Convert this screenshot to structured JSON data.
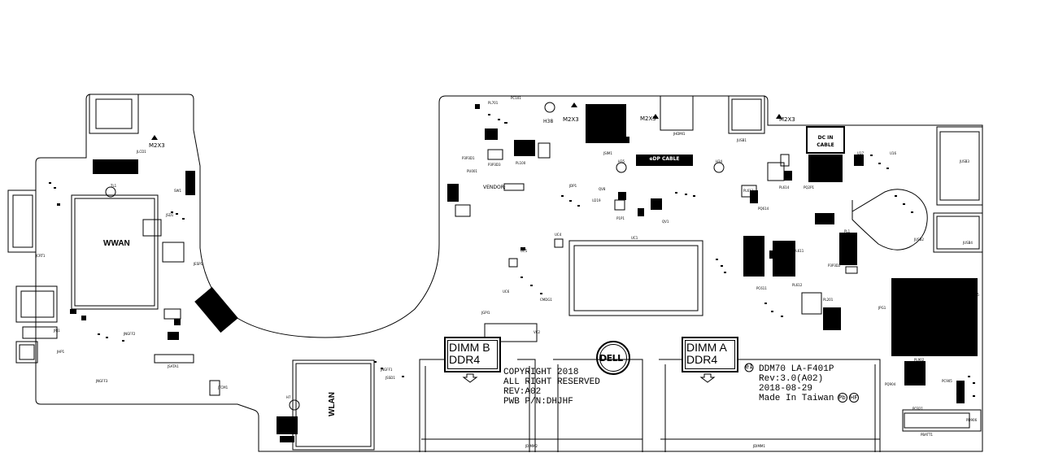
{
  "silkscreen": {
    "wwan": "WWAN",
    "wlan": "WLAN",
    "dimm_b": [
      "DIMM B",
      "DDR4"
    ],
    "dimm_a": [
      "DIMM A",
      "DDR4"
    ],
    "copyright": [
      "COPYRIGHT 2018",
      "ALL RIGHT RESERVED",
      "REV:A02",
      "PWB P/N:DHJHF"
    ],
    "board_info": [
      "DDM70 LA-F401P",
      "Rev:3.0(A02)",
      "2018-08-29",
      "Made In Taiwan"
    ],
    "edp_cable": "eDP CABLE",
    "dc_in_cable": [
      "DC IN",
      "CABLE"
    ],
    "vendor": "VENDOR:",
    "brand": "DELL",
    "e1_mark": "e1",
    "pb_mark": "Pb",
    "hf_mark": "HF",
    "m2x3_labels": [
      "M2X3",
      "M2X3",
      "M2X3"
    ],
    "h38": "H38",
    "h35": "H35",
    "h34": "H34",
    "h7": "H7"
  },
  "refdes": {
    "jsim1": "JSIM1",
    "jhdmi1": "JHDMI1",
    "jusb1": "JUSB1",
    "jdimm2": "JDIMM2",
    "jdimm1": "JDIMM1",
    "uc1": "UC1",
    "jesp1": "JESP1",
    "jssd1": "JSSD1",
    "jsata1": "JSATA1",
    "jngff3": "JNGFF3",
    "jngff2": "JNGFF2",
    "jngff1": "JNGFF1",
    "jcrt1": "JCRT1",
    "jrj1": "JRJ1",
    "jhp1": "JHP1",
    "jusb2": "JUSB2",
    "jusb3": "JUSB3",
    "pbatt1": "PBATT1",
    "pl100": "PL100",
    "pl201": "PL201",
    "pcb21": "PCB21",
    "pq904": "PQ904",
    "pl902": "PL902",
    "pu001": "PU001",
    "pc101": "PC101",
    "p3p3d3": "P3P3D3",
    "pl701": "PL701",
    "u5": "UC5",
    "u6": "UC6",
    "cmdg1": "CMDG1",
    "jdp1": "JDP1",
    "p1p1": "P1P1",
    "qv1": "QV1",
    "u219": "U219",
    "qv8": "QV8",
    "pl613": "PL613",
    "pl612": "PL612",
    "pq614": "PQ614",
    "p3p3d2": "P3P3D2",
    "pl614": "PL614",
    "pl611": "PL611",
    "pc611": "PC611",
    "jpg1": "JPG1",
    "u17": "U17",
    "u16": "U16",
    "jusb4": "JUSB4",
    "jvr1": "JVR1",
    "pd906": "PD906",
    "pc905": "PC905",
    "jusb5": "JUSB5",
    "h_u4": "UC4",
    "p3p3d1": "P3P3D1",
    "pq2p1": "PQ2P1",
    "jgpi1": "JGPI1",
    "vc2": "VC2",
    "jlcd1": "JLCD1",
    "jtcm1": "JTCM1",
    "jsd1": "JSD1",
    "tl1": "TL1",
    "sw1": "SW1",
    "pl1": "PL1"
  }
}
